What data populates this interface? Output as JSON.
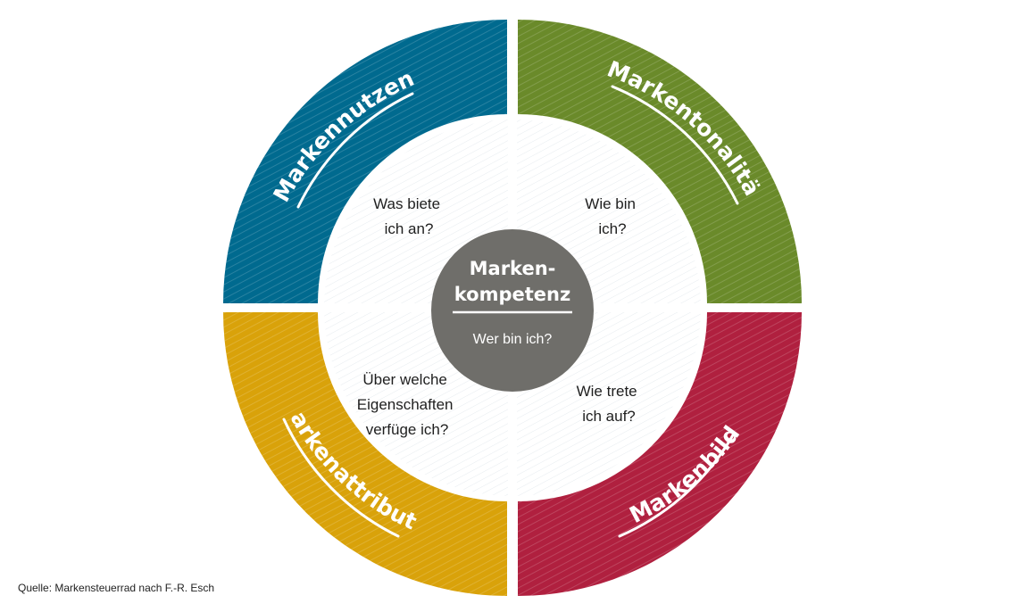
{
  "colors": {
    "nutzen": "#006a8f",
    "tonalitaet": "#6a8a2a",
    "attribute": "#d9a20a",
    "bild": "#b0203f",
    "core": "#6f6e6a",
    "inner": "#ffffff"
  },
  "segments": {
    "nutzen": {
      "title": "Markennutzen",
      "question": [
        "Was biete",
        "ich an?"
      ]
    },
    "tonalitaet": {
      "title": "Markentonalität",
      "question": [
        "Wie bin",
        "ich?"
      ]
    },
    "attribute": {
      "title": "Markenattribute",
      "question": [
        "Über welche",
        "Eigenschaften",
        "verfüge ich?"
      ]
    },
    "bild": {
      "title": "Markenbild",
      "question": [
        "Wie trete",
        "ich auf?"
      ]
    }
  },
  "core": {
    "title_line1": "Marken-",
    "title_line2": "kompetenz",
    "question": "Wer bin ich?"
  },
  "source": "Quelle: Markensteuerrad nach F.-R. Esch"
}
